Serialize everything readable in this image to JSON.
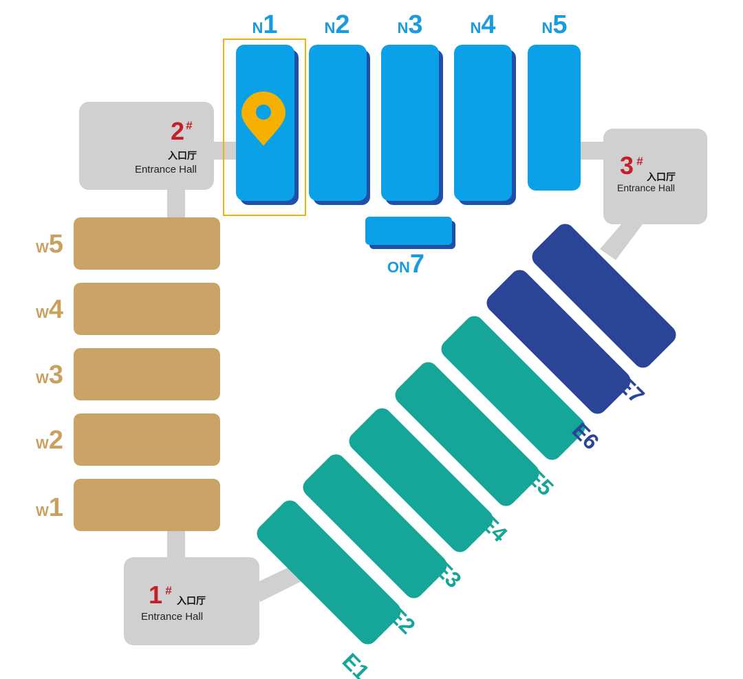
{
  "colors": {
    "north": "#0aa1e9",
    "north_shadow": "#1f4fa6",
    "west": "#c9a466",
    "east_teal": "#16a699",
    "east_navy": "#2a4597",
    "entrance": "#d0d0d0",
    "entrance_number": "#c41e2a",
    "highlight": "#f2b300",
    "pin": "#f5b000"
  },
  "entrances": [
    {
      "number": "1",
      "mark": "#",
      "cn": "入口厅",
      "en": "Entrance Hall"
    },
    {
      "number": "2",
      "mark": "#",
      "cn": "入口厅",
      "en": "Entrance Hall"
    },
    {
      "number": "3",
      "mark": "#",
      "cn": "入口厅",
      "en": "Entrance Hall"
    }
  ],
  "north_halls": [
    {
      "prefix": "N",
      "number": "1",
      "selected": true
    },
    {
      "prefix": "N",
      "number": "2"
    },
    {
      "prefix": "N",
      "number": "3"
    },
    {
      "prefix": "N",
      "number": "4"
    },
    {
      "prefix": "N",
      "number": "5"
    },
    {
      "prefix": "ON",
      "number": "7"
    }
  ],
  "west_halls": [
    {
      "prefix": "W",
      "number": "5"
    },
    {
      "prefix": "W",
      "number": "4"
    },
    {
      "prefix": "W",
      "number": "3"
    },
    {
      "prefix": "W",
      "number": "2"
    },
    {
      "prefix": "W",
      "number": "1"
    }
  ],
  "east_halls": [
    {
      "label": "E1"
    },
    {
      "label": "E2"
    },
    {
      "label": "E3"
    },
    {
      "label": "E4"
    },
    {
      "label": "E5"
    },
    {
      "label": "E6"
    },
    {
      "label": "E7"
    }
  ],
  "location_marker": "map-pin-icon"
}
